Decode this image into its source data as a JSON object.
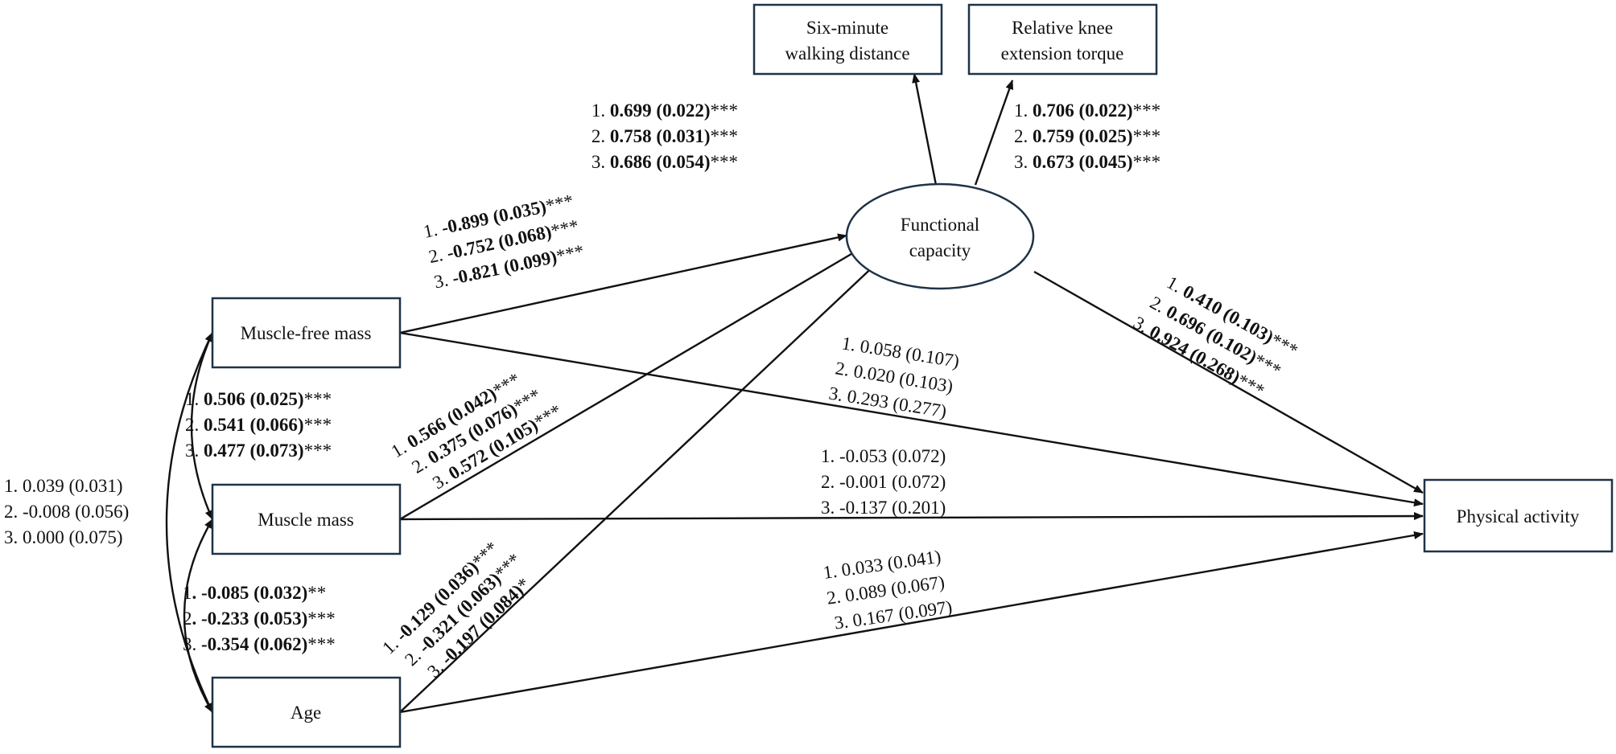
{
  "nodes": {
    "six_minute": {
      "line1": "Six-minute",
      "line2": "walking distance"
    },
    "knee_torque": {
      "line1": "Relative knee",
      "line2": "extension torque"
    },
    "functional": {
      "line1": "Functional",
      "line2": "capacity"
    },
    "muscle_free": {
      "label": "Muscle-free mass"
    },
    "muscle_mass": {
      "label": "Muscle mass"
    },
    "age": {
      "label": "Age"
    },
    "physical": {
      "label": "Physical activity"
    }
  },
  "coefficients": {
    "fc_to_six": [
      {
        "prefix": "1. ",
        "value": "0.699 (0.022)",
        "sig": "***"
      },
      {
        "prefix": "2. ",
        "value": "0.758 (0.031)",
        "sig": "***"
      },
      {
        "prefix": "3. ",
        "value": "0.686 (0.054)",
        "sig": "***"
      }
    ],
    "fc_to_knee": [
      {
        "prefix": "1. ",
        "value": "0.706 (0.022)",
        "sig": "***"
      },
      {
        "prefix": "2. ",
        "value": "0.759 (0.025)",
        "sig": "***"
      },
      {
        "prefix": "3. ",
        "value": "0.673 (0.045)",
        "sig": "***"
      }
    ],
    "mfm_to_fc": [
      {
        "prefix": "1. ",
        "value": "-0.899 (0.035)",
        "sig": "***"
      },
      {
        "prefix": "2. ",
        "value": "-0.752 (0.068)",
        "sig": "***"
      },
      {
        "prefix": "3. ",
        "value": "-0.821 (0.099)",
        "sig": "***"
      }
    ],
    "fc_to_pa": [
      {
        "prefix": "1. ",
        "value": "0.410 (0.103)",
        "sig": "***"
      },
      {
        "prefix": "2. ",
        "value": "0.696 (0.102)",
        "sig": "***"
      },
      {
        "prefix": "3. ",
        "value": "0.924 (0.268)",
        "sig": "***"
      }
    ],
    "mfm_to_pa": [
      "1. 0.058 (0.107)",
      "2. 0.020 (0.103)",
      "3. 0.293 (0.277)"
    ],
    "mfm_mm_cov": [
      {
        "prefix": "1. ",
        "value": "0.506 (0.025)",
        "sig": "***"
      },
      {
        "prefix": "2. ",
        "value": "0.541 (0.066)",
        "sig": "***"
      },
      {
        "prefix": "3. ",
        "value": "0.477 (0.073)",
        "sig": "***"
      }
    ],
    "mm_to_fc": [
      {
        "prefix": "1. ",
        "value": "0.566 (0.042)",
        "sig": "***"
      },
      {
        "prefix": "2. ",
        "value": "0.375 (0.076)",
        "sig": "***"
      },
      {
        "prefix": "3. ",
        "value": "0.572 (0.105)",
        "sig": "***"
      }
    ],
    "mm_to_pa": [
      "1. -0.053 (0.072)",
      "2. -0.001 (0.072)",
      "3. -0.137 (0.201)"
    ],
    "mfm_age_cov": [
      "1. 0.039 (0.031)",
      "2. -0.008 (0.056)",
      "3. 0.000 (0.075)"
    ],
    "mm_age_cov": [
      {
        "prefix": "1",
        "value": ". -0.085 (0.032)",
        "sig": "**"
      },
      {
        "prefix": "2",
        "value": ". -0.233 (0.053)",
        "sig": "***"
      },
      {
        "prefix": "3. ",
        "value": "-0.354 (0.062)",
        "sig": "***"
      }
    ],
    "age_to_fc": [
      {
        "prefix": "1. ",
        "value": "-0.129 (0.036)",
        "sig": "***"
      },
      {
        "prefix": "2. ",
        "value": "-0.321 (0.063)",
        "sig": "***"
      },
      {
        "prefix": "3. ",
        "value": "-0.197 (0.084)",
        "sig": "*"
      }
    ],
    "age_to_pa": [
      "1. 0.033 (0.041)",
      "2. 0.089 (0.067)",
      "3. 0.167 (0.097)"
    ]
  }
}
